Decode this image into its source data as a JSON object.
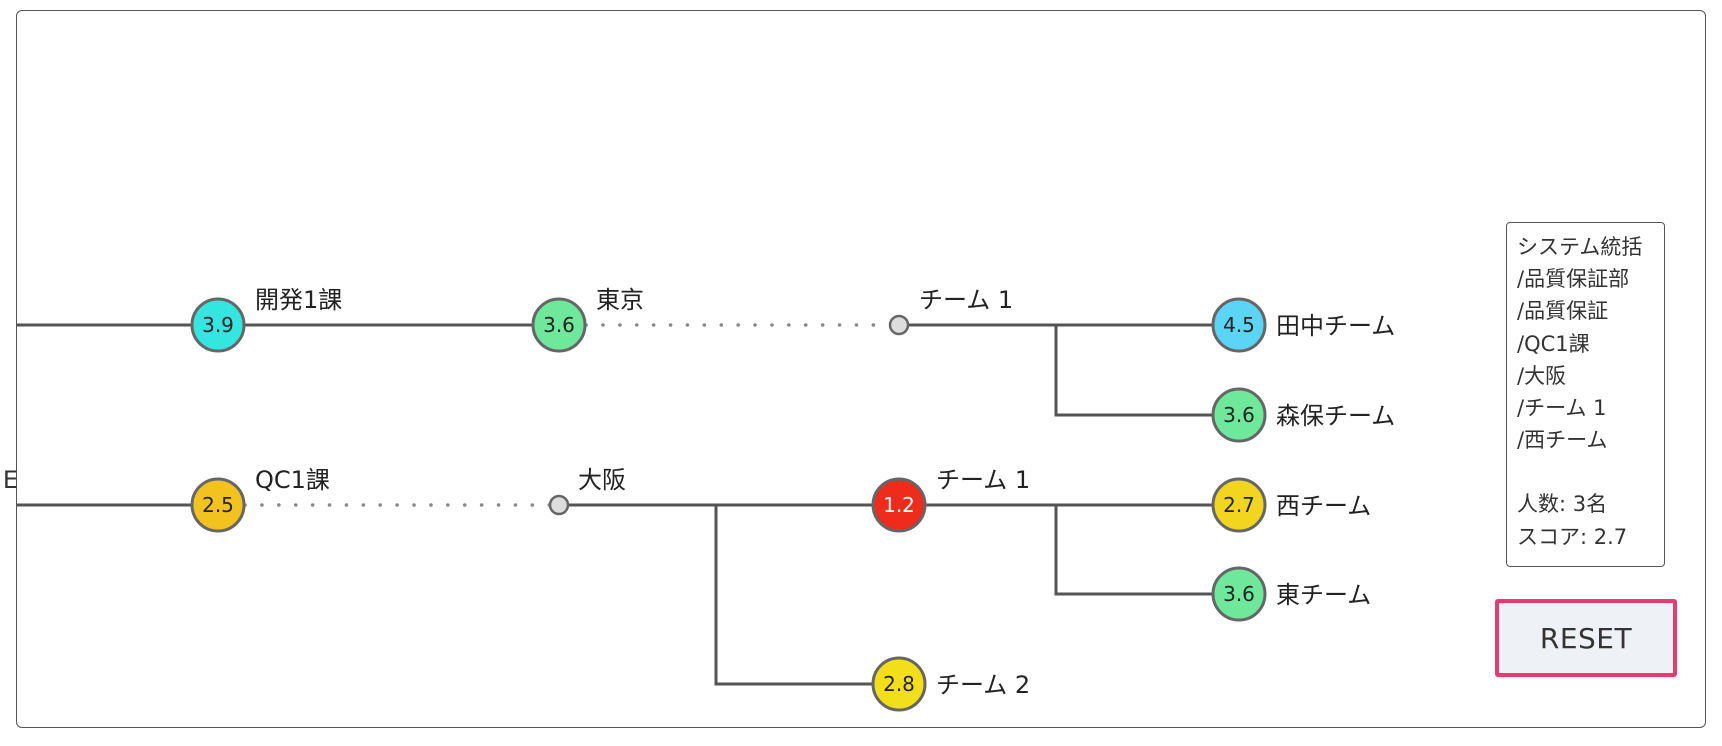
{
  "nodes": [
    {
      "id": "dev1",
      "score": "3.9",
      "label": "開発1課",
      "fill": "#33e6e0"
    },
    {
      "id": "tokyo",
      "score": "3.6",
      "label": "東京",
      "fill": "#6ee89a"
    },
    {
      "id": "t1a",
      "score": "",
      "label": "チーム 1",
      "fill": "#dddddd"
    },
    {
      "id": "tanaka",
      "score": "4.5",
      "label": "田中チーム",
      "fill": "#5ad5f6"
    },
    {
      "id": "moriho",
      "score": "3.6",
      "label": "森保チーム",
      "fill": "#6ee89a"
    },
    {
      "id": "qc1",
      "score": "2.5",
      "label": "QC1課",
      "fill": "#f2c21e"
    },
    {
      "id": "osaka",
      "score": "",
      "label": "大阪",
      "fill": "#dddddd"
    },
    {
      "id": "t1b",
      "score": "1.2",
      "label": "チーム 1",
      "fill": "#ef2c1c"
    },
    {
      "id": "nishi",
      "score": "2.7",
      "label": "西チーム",
      "fill": "#f2d51e"
    },
    {
      "id": "higashi",
      "score": "3.6",
      "label": "東チーム",
      "fill": "#6ee89a"
    },
    {
      "id": "t2",
      "score": "2.8",
      "label": "チーム 2",
      "fill": "#f2df1a"
    }
  ],
  "edges": [
    {
      "from": "dev1",
      "to": "tokyo",
      "style": "solid"
    },
    {
      "from": "tokyo",
      "to": "t1a",
      "style": "dotted"
    },
    {
      "from": "t1a",
      "to": "tanaka",
      "style": "solid"
    },
    {
      "from": "t1a",
      "to": "moriho",
      "style": "solid"
    },
    {
      "from": "qc1",
      "to": "osaka",
      "style": "dotted"
    },
    {
      "from": "osaka",
      "to": "t1b",
      "style": "solid"
    },
    {
      "from": "osaka",
      "to": "t2",
      "style": "solid"
    },
    {
      "from": "t1b",
      "to": "nishi",
      "style": "solid"
    },
    {
      "from": "t1b",
      "to": "higashi",
      "style": "solid"
    }
  ],
  "cut_label": "E",
  "info": {
    "path": [
      "システム統括",
      "/品質保証部",
      "/品質保証",
      "/QC1課",
      "/大阪",
      "/チーム 1",
      "/西チーム"
    ],
    "headcount": "人数: 3名",
    "score": "スコア: 2.7"
  },
  "reset_label": "RESET"
}
